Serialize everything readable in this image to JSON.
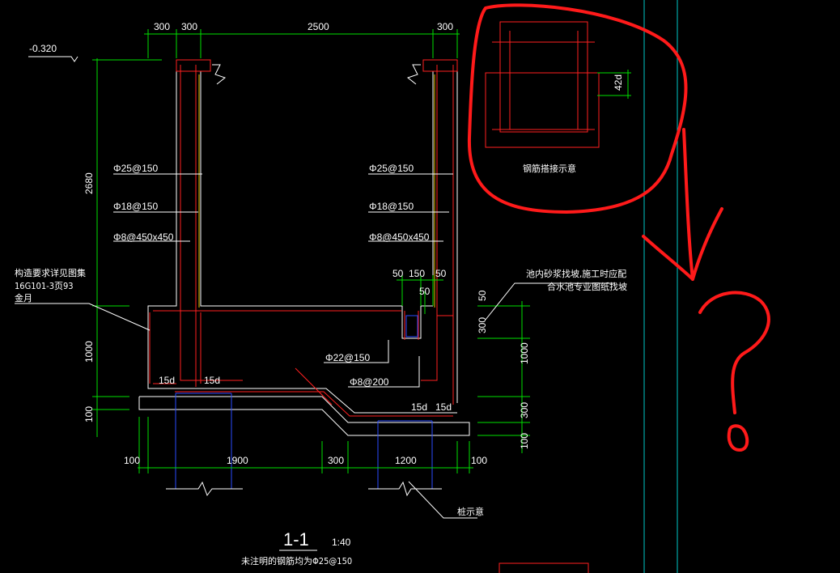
{
  "drawing": {
    "elevation_label": "-0.320",
    "top_dims": [
      "300",
      "300",
      "2500",
      "300"
    ],
    "left_dims": [
      "2680",
      "1000",
      "100"
    ],
    "right_dims": [
      "50",
      "300",
      "1000",
      "300",
      "100"
    ],
    "notch_dims": [
      "50",
      "150",
      "50",
      "50"
    ],
    "bottom_dims": [
      "100",
      "1900",
      "300",
      "1200",
      "100"
    ],
    "rebar_left": [
      "Φ25@150",
      "Φ18@150",
      "Φ8@450x450"
    ],
    "rebar_right": [
      "Φ25@150",
      "Φ18@150",
      "Φ8@450x450"
    ],
    "rebar_base": [
      "Φ22@150",
      "Φ8@200"
    ],
    "anchor_labels": [
      "15d",
      "15d",
      "15d",
      "15d"
    ],
    "note_left": [
      "构造要求详见图集",
      "16G101-3页93",
      "金月"
    ],
    "note_right": [
      "池内砂浆找坡,施工时应配",
      "合水池专业图纸找坡"
    ],
    "note_pile": "桩示意",
    "section_title": "1-1",
    "scale": "1:40",
    "footnote": "未注明的钢筋均为Φ25@150"
  },
  "inset": {
    "label": "钢筋搭接示意",
    "lap_dim": "42d"
  },
  "colors": {
    "background": "#000000",
    "dimension": "#00e000",
    "outline": "#ffffff",
    "rebar": "#ff2020",
    "pile": "#2a4bff",
    "annotation": "#ff1a1a"
  }
}
